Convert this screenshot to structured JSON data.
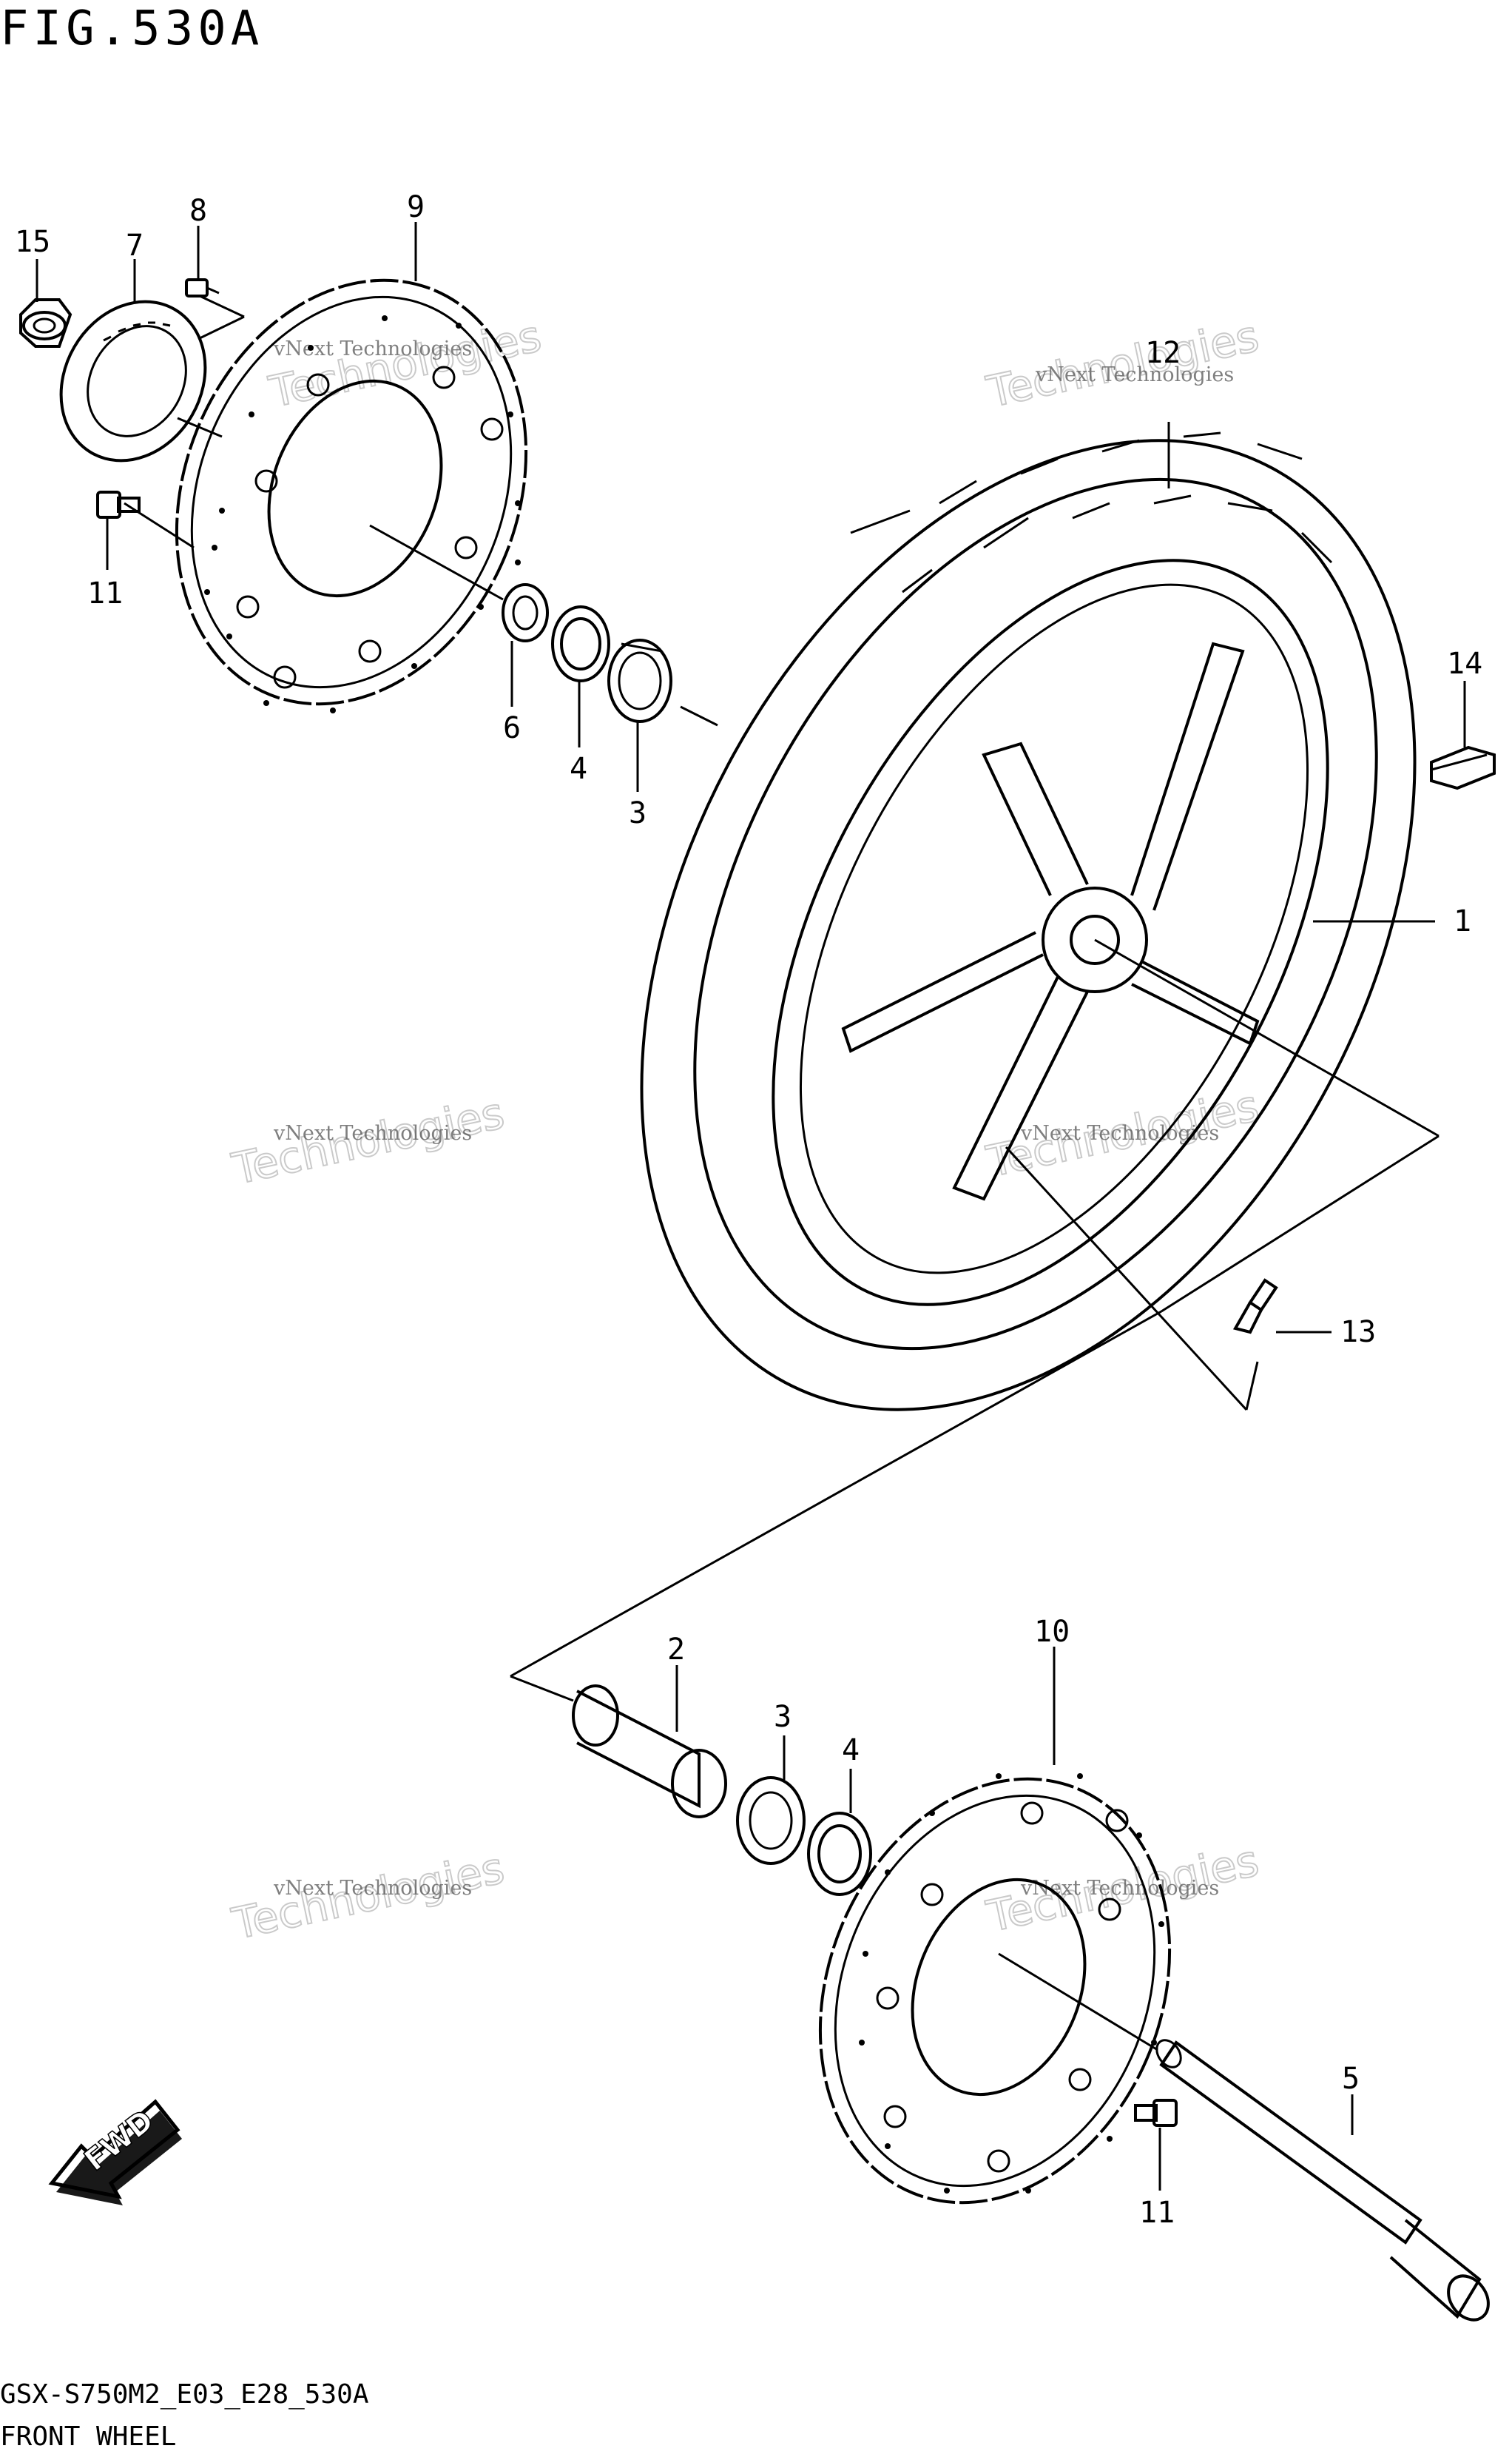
{
  "header": {
    "figure_title": "FIG.530A"
  },
  "footer": {
    "model_code": "GSX-S750M2_E03_E28_530A",
    "part_name": "FRONT WHEEL"
  },
  "callouts": {
    "c1": "1",
    "c2": "2",
    "c3a": "3",
    "c3b": "3",
    "c4a": "4",
    "c4b": "4",
    "c5": "5",
    "c6": "6",
    "c7": "7",
    "c8": "8",
    "c9": "9",
    "c10": "10",
    "c11a": "11",
    "c11b": "11",
    "c12": "12",
    "c13": "13",
    "c14": "14",
    "c15": "15"
  },
  "watermark": {
    "line1": "vNext Technologies",
    "line2": "Technologies",
    "line3": "vNext"
  },
  "direction_marker": {
    "label": "FWD",
    "icon": "fwd-arrow-icon"
  }
}
